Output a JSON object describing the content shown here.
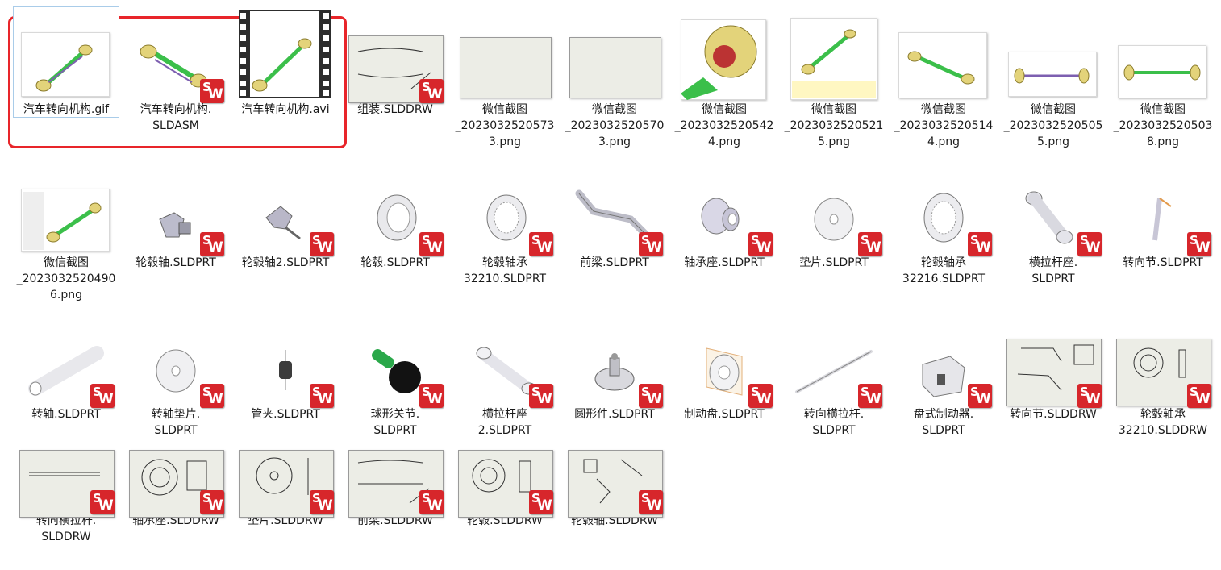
{
  "files": [
    {
      "name_line1": "汽车转向机构.gif",
      "name_line2": "",
      "kind": "image-gif",
      "icon": "image-thumbnail"
    },
    {
      "name_line1": "汽车转向机构.",
      "name_line2": "SLDASM",
      "kind": "solidworks-assembly",
      "icon": "solidworks-badge-icon"
    },
    {
      "name_line1": "汽车转向机构.avi",
      "name_line2": "",
      "kind": "video-avi",
      "icon": "filmstrip-icon"
    },
    {
      "name_line1": "组装.SLDDRW",
      "name_line2": "",
      "kind": "solidworks-drawing",
      "icon": "solidworks-badge-icon"
    },
    {
      "name_line1": "微信截图",
      "name_line2": "_2023032520573 3.png",
      "kind": "png",
      "icon": "image-thumbnail"
    },
    {
      "name_line1": "微信截图",
      "name_line2": "_2023032520570 3.png",
      "kind": "png",
      "icon": "image-thumbnail"
    },
    {
      "name_line1": "微信截图",
      "name_line2": "_2023032520542 4.png",
      "kind": "png",
      "icon": "image-thumbnail"
    },
    {
      "name_line1": "微信截图",
      "name_line2": "_2023032520521 5.png",
      "kind": "png",
      "icon": "image-thumbnail"
    },
    {
      "name_line1": "微信截图",
      "name_line2": "_2023032520514 4.png",
      "kind": "png",
      "icon": "image-thumbnail"
    },
    {
      "name_line1": "微信截图",
      "name_line2": "_2023032520505 5.png",
      "kind": "png",
      "icon": "image-thumbnail"
    },
    {
      "name_line1": "微信截图",
      "name_line2": "_2023032520503 8.png",
      "kind": "png",
      "icon": "image-thumbnail"
    },
    {
      "name_line1": "微信截图",
      "name_line2": "_2023032520490 6.png",
      "kind": "png",
      "icon": "image-thumbnail"
    },
    {
      "name_line1": "轮毂轴.SLDPRT",
      "name_line2": "",
      "kind": "solidworks-part",
      "icon": "solidworks-badge-icon"
    },
    {
      "name_line1": "轮毂轴2.SLDPRT",
      "name_line2": "",
      "kind": "solidworks-part",
      "icon": "solidworks-badge-icon"
    },
    {
      "name_line1": "轮毂.SLDPRT",
      "name_line2": "",
      "kind": "solidworks-part",
      "icon": "solidworks-badge-icon"
    },
    {
      "name_line1": "轮毂轴承",
      "name_line2": "32210.SLDPRT",
      "kind": "solidworks-part",
      "icon": "solidworks-badge-icon"
    },
    {
      "name_line1": "前梁.SLDPRT",
      "name_line2": "",
      "kind": "solidworks-part",
      "icon": "solidworks-badge-icon"
    },
    {
      "name_line1": "轴承座.SLDPRT",
      "name_line2": "",
      "kind": "solidworks-part",
      "icon": "solidworks-badge-icon"
    },
    {
      "name_line1": "垫片.SLDPRT",
      "name_line2": "",
      "kind": "solidworks-part",
      "icon": "solidworks-badge-icon"
    },
    {
      "name_line1": "轮毂轴承",
      "name_line2": "32216.SLDPRT",
      "kind": "solidworks-part",
      "icon": "solidworks-badge-icon"
    },
    {
      "name_line1": "横拉杆座.",
      "name_line2": "SLDPRT",
      "kind": "solidworks-part",
      "icon": "solidworks-badge-icon"
    },
    {
      "name_line1": "转向节.SLDPRT",
      "name_line2": "",
      "kind": "solidworks-part",
      "icon": "solidworks-badge-icon"
    },
    {
      "name_line1": "转轴.SLDPRT",
      "name_line2": "",
      "kind": "solidworks-part",
      "icon": "solidworks-badge-icon"
    },
    {
      "name_line1": "转轴垫片.",
      "name_line2": "SLDPRT",
      "kind": "solidworks-part",
      "icon": "solidworks-badge-icon"
    },
    {
      "name_line1": "管夹.SLDPRT",
      "name_line2": "",
      "kind": "solidworks-part",
      "icon": "solidworks-badge-icon"
    },
    {
      "name_line1": "球形关节.",
      "name_line2": "SLDPRT",
      "kind": "solidworks-part",
      "icon": "solidworks-badge-icon"
    },
    {
      "name_line1": "横拉杆座",
      "name_line2": "2.SLDPRT",
      "kind": "solidworks-part",
      "icon": "solidworks-badge-icon"
    },
    {
      "name_line1": "圆形件.SLDPRT",
      "name_line2": "",
      "kind": "solidworks-part",
      "icon": "solidworks-badge-icon"
    },
    {
      "name_line1": "制动盘.SLDPRT",
      "name_line2": "",
      "kind": "solidworks-part",
      "icon": "solidworks-badge-icon"
    },
    {
      "name_line1": "转向横拉杆.",
      "name_line2": "SLDPRT",
      "kind": "solidworks-part",
      "icon": "solidworks-badge-icon"
    },
    {
      "name_line1": "盘式制动器.",
      "name_line2": "SLDPRT",
      "kind": "solidworks-part",
      "icon": "solidworks-badge-icon"
    },
    {
      "name_line1": "转向节.SLDDRW",
      "name_line2": "",
      "kind": "solidworks-drawing",
      "icon": "solidworks-badge-icon"
    },
    {
      "name_line1": "轮毂轴承",
      "name_line2": "32210.SLDDRW",
      "kind": "solidworks-drawing",
      "icon": "solidworks-badge-icon"
    },
    {
      "name_line1": "转向横拉杆.",
      "name_line2": "SLDDRW",
      "kind": "solidworks-drawing",
      "icon": "solidworks-badge-icon"
    },
    {
      "name_line1": "轴承座.SLDDRW",
      "name_line2": "",
      "kind": "solidworks-drawing",
      "icon": "solidworks-badge-icon"
    },
    {
      "name_line1": "垫片.SLDDRW",
      "name_line2": "",
      "kind": "solidworks-drawing",
      "icon": "solidworks-badge-icon"
    },
    {
      "name_line1": "前梁.SLDDRW",
      "name_line2": "",
      "kind": "solidworks-drawing",
      "icon": "solidworks-badge-icon"
    },
    {
      "name_line1": "轮毂.SLDDRW",
      "name_line2": "",
      "kind": "solidworks-drawing",
      "icon": "solidworks-badge-icon"
    },
    {
      "name_line1": "轮毂轴.SLDDRW",
      "name_line2": "",
      "kind": "solidworks-drawing",
      "icon": "solidworks-badge-icon"
    }
  ],
  "colors": {
    "selection_highlight": "#e8252a",
    "solidworks_badge": "#d7262b",
    "axle_green": "#3bbf4a",
    "wheel_yellow": "#e3d37a"
  }
}
